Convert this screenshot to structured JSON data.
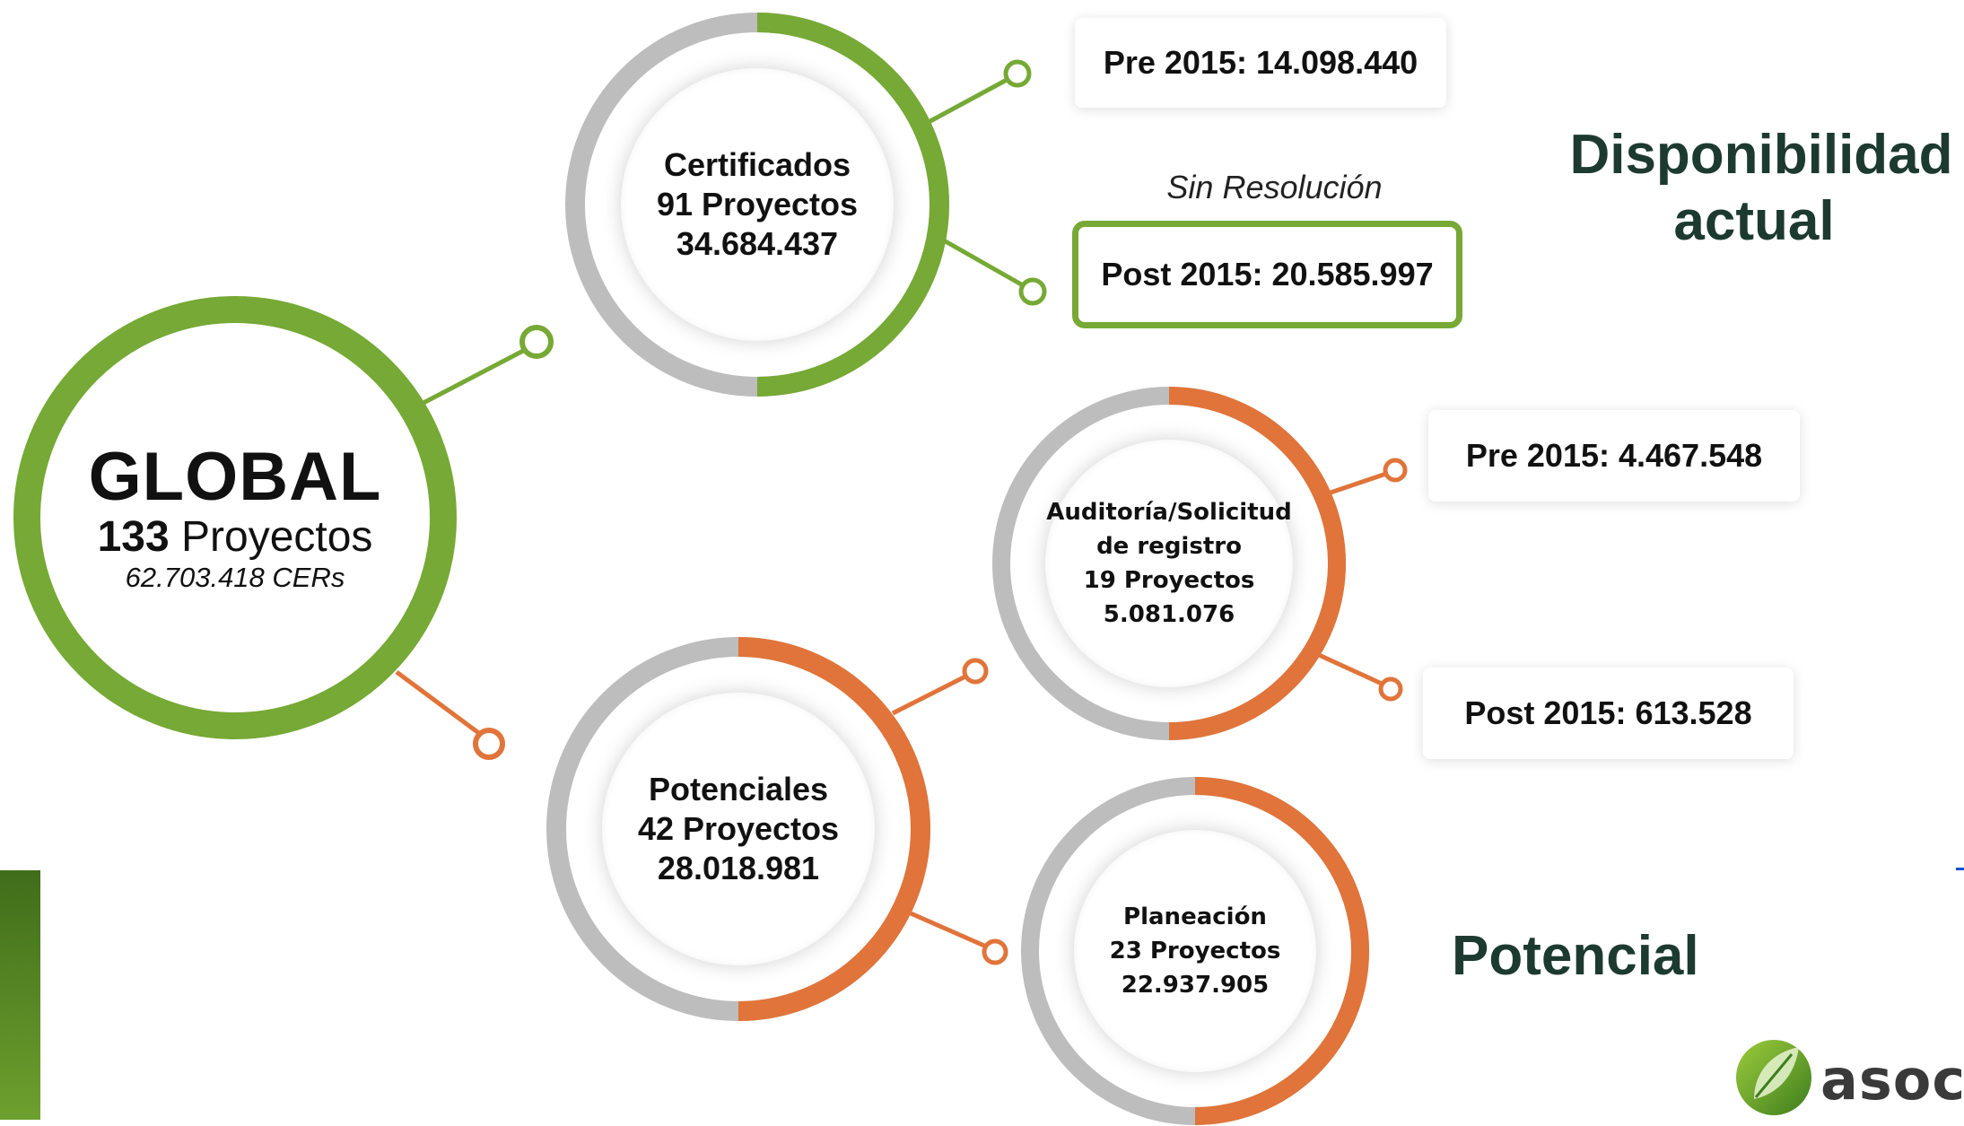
{
  "colors": {
    "green": "#76A935",
    "orange": "#E0743A",
    "gray": "#BDBDBD",
    "heading": "#1D3A31"
  },
  "global": {
    "title": "GLOBAL",
    "count": "133",
    "count_label": " Proyectos",
    "cers": "62.703.418 CERs",
    "ring_fraction": 1.0
  },
  "certificados": {
    "line1": "Certificados",
    "line2": "91 Proyectos",
    "line3": "34.684.437",
    "ring_fraction": 0.5
  },
  "potenciales": {
    "line1": "Potenciales",
    "line2": "42 Proyectos",
    "line3": "28.018.981",
    "ring_fraction": 0.5
  },
  "auditoria": {
    "line1": "Auditoría/Solicitud",
    "line2": "de registro",
    "line3": "19 Proyectos",
    "line4": "5.081.076",
    "ring_fraction": 0.5
  },
  "planeacion": {
    "line1": "Planeación",
    "line2": "23 Proyectos",
    "line3": "22.937.905",
    "ring_fraction": 0.5
  },
  "boxes": {
    "cert_pre": "Pre 2015: 14.098.440",
    "cert_post_note": "Sin Resolución",
    "cert_post": "Post 2015: 20.585.997",
    "aud_pre": "Pre 2015: 4.467.548",
    "aud_post": "Post 2015: 613.528"
  },
  "headings": {
    "disponibilidad_line1": "Disponibilidad",
    "disponibilidad_line2": "actual",
    "potencial": "Potencial"
  },
  "logo": {
    "text": "asoca"
  }
}
